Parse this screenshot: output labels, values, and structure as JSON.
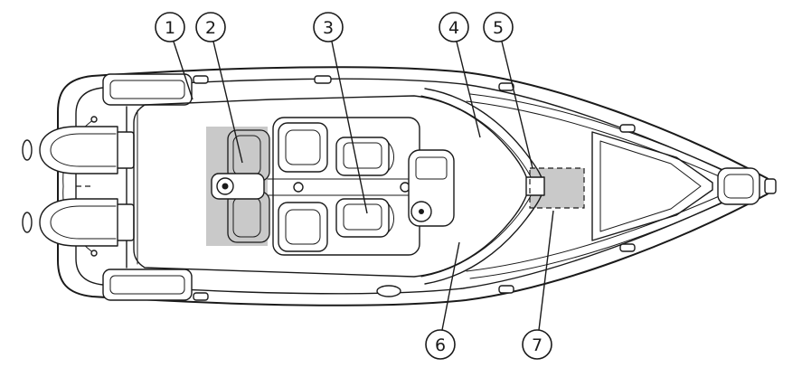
{
  "callouts": [
    {
      "label": "1"
    },
    {
      "label": "2"
    },
    {
      "label": "3"
    },
    {
      "label": "4"
    },
    {
      "label": "5"
    },
    {
      "label": "6"
    },
    {
      "label": "7"
    }
  ],
  "colors": {
    "line": "#1a1a1a",
    "highlight": "#c9c9c9",
    "background": "#ffffff"
  }
}
